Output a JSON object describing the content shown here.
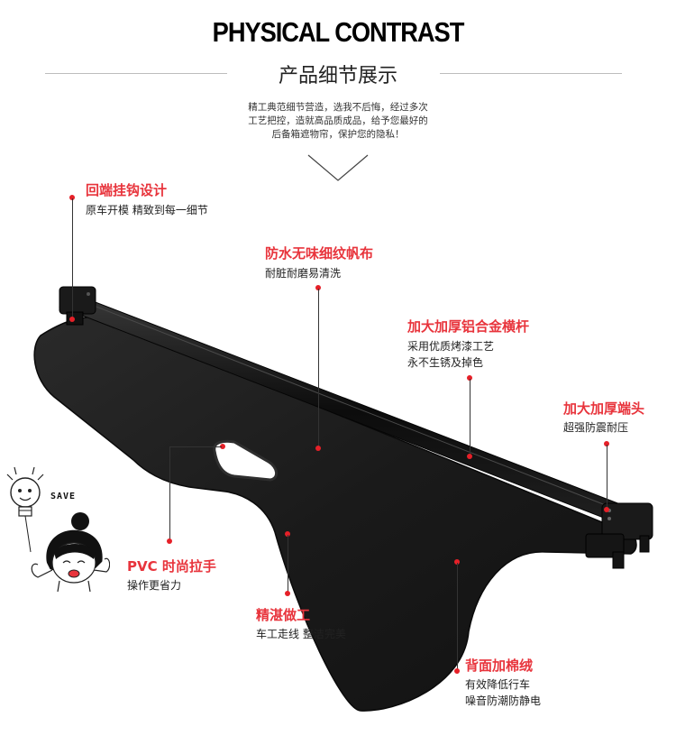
{
  "header": {
    "title_en": "PHYSICAL CONTRAST",
    "title_cn": "产品细节展示",
    "intro_lines": [
      "精工典范细节营造，选我不后悔，经过多次",
      "工艺把控，造就高品质成品，给予您最好的",
      "后备箱遮物帘，保护您的隐私！"
    ]
  },
  "features": [
    {
      "title": "回端挂钩设计",
      "desc": [
        "原车开模 精致到每一细节"
      ]
    },
    {
      "title": "防水无味细纹帆布",
      "desc": [
        "耐脏耐磨易清洗"
      ]
    },
    {
      "title": "加大加厚铝合金横杆",
      "desc": [
        "采用优质烤漆工艺",
        "永不生锈及掉色"
      ]
    },
    {
      "title": "加大加厚端头",
      "desc": [
        "超强防震耐压"
      ]
    },
    {
      "title": "PVC 时尚拉手",
      "desc": [
        "操作更省力"
      ]
    },
    {
      "title": "精湛做工",
      "desc": [
        "车工走线 整洁完美"
      ]
    },
    {
      "title": "背面加棉绒",
      "desc": [
        "有效降低行车",
        "噪音防潮防静电"
      ]
    }
  ],
  "mascot": {
    "save_text": "SAVE"
  },
  "colors": {
    "accent_red": "#e8343c",
    "dot_red": "#e62028",
    "product_black": "#1c1c1c"
  }
}
